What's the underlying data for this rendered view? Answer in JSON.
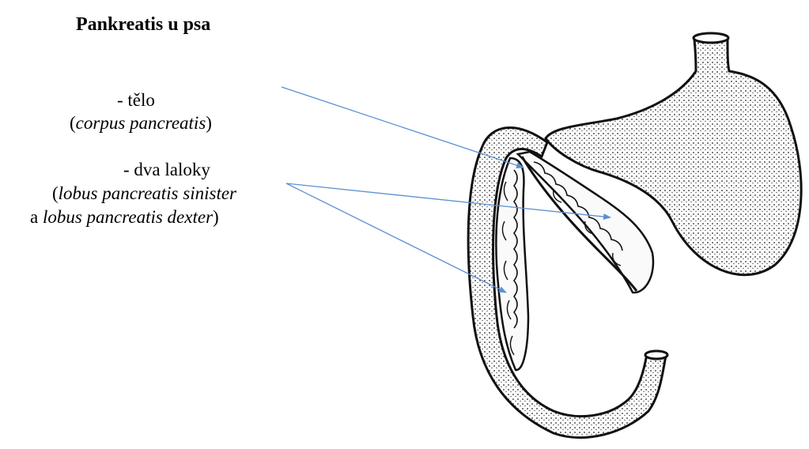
{
  "title": "Pankreatis u psa",
  "labels": {
    "body": {
      "line1": "-  tělo",
      "line2_open": "(",
      "line2_italic": "corpus pancreatis",
      "line2_close": ")"
    },
    "lobes": {
      "line1": "- dva laloky",
      "line2_open": "(",
      "line2_italic": "lobus pancreatis sinister",
      "line3_prefix": " a ",
      "line3_italic": "lobus pancreatis dexter",
      "line3_close": ")"
    }
  },
  "colors": {
    "arrow": "#5b8fd0",
    "text": "#000000",
    "ink": "#111111"
  }
}
